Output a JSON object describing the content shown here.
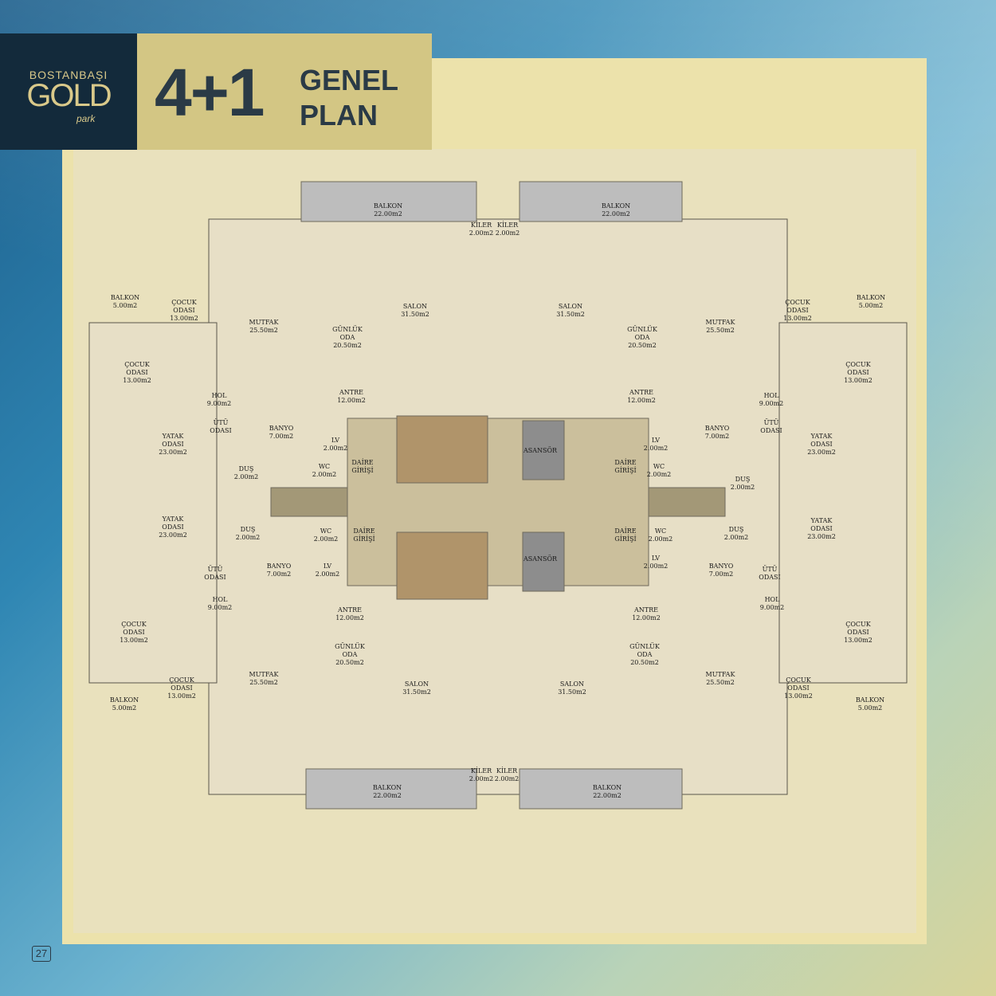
{
  "brand": {
    "top": "BOSTANBAŞI",
    "main": "GOLD",
    "sub": "park"
  },
  "title": {
    "big": "4+1",
    "line1": "GENEL",
    "line2": "PLAN"
  },
  "page_number": "27",
  "colors": {
    "logo_bg": "#132a3b",
    "title_bg": "#d3c684",
    "frame": "#ece2ab",
    "floor": "#e7dfc6",
    "stair": "#b0946a",
    "corridor": "#a39877",
    "balcony": "#bdbdbd",
    "room": "#e3dcc9"
  },
  "rooms": [
    {
      "name": "BALKON",
      "area": "22.00m2"
    },
    {
      "name": "KİLER",
      "area": "2.00m2"
    },
    {
      "name": "KİLER",
      "area": "2.00m2"
    },
    {
      "name": "BALKON",
      "area": "22.00m2"
    },
    {
      "name": "BALKON",
      "area": "5.00m2"
    },
    {
      "name": "ÇOCUK ODASI",
      "area": "13.00m2"
    },
    {
      "name": "MUTFAK",
      "area": "25.50m2"
    },
    {
      "name": "GÜNLÜK ODA",
      "area": "20.50m2"
    },
    {
      "name": "SALON",
      "area": "31.50m2"
    },
    {
      "name": "SALON",
      "area": "31.50m2"
    },
    {
      "name": "GÜNLÜK ODA",
      "area": "20.50m2"
    },
    {
      "name": "MUTFAK",
      "area": "25.50m2"
    },
    {
      "name": "ÇOCUK ODASI",
      "area": "13.00m2"
    },
    {
      "name": "BALKON",
      "area": "5.00m2"
    },
    {
      "name": "ÇOCUK ODASI",
      "area": "13.00m2"
    },
    {
      "name": "ÇOCUK ODASI",
      "area": "13.00m2"
    },
    {
      "name": "HOL",
      "area": "9.00m2"
    },
    {
      "name": "ANTRE",
      "area": "12.00m2"
    },
    {
      "name": "ANTRE",
      "area": "12.00m2"
    },
    {
      "name": "HOL",
      "area": "9.00m2"
    },
    {
      "name": "YATAK ODASI",
      "area": "23.00m2"
    },
    {
      "name": "ÜTÜ ODASI",
      "area": ""
    },
    {
      "name": "BANYO",
      "area": "7.00m2"
    },
    {
      "name": "LV",
      "area": "2.00m2"
    },
    {
      "name": "DAİRE GİRİŞİ",
      "area": ""
    },
    {
      "name": "ASANSÖR",
      "area": ""
    },
    {
      "name": "DAİRE GİRİŞİ",
      "area": ""
    },
    {
      "name": "LV",
      "area": "2.00m2"
    },
    {
      "name": "BANYO",
      "area": "7.00m2"
    },
    {
      "name": "ÜTÜ ODASI",
      "area": ""
    },
    {
      "name": "YATAK ODASI",
      "area": "23.00m2"
    },
    {
      "name": "DUŞ",
      "area": "2.00m2"
    },
    {
      "name": "WC",
      "area": "2.00m2"
    },
    {
      "name": "WC",
      "area": "2.00m2"
    },
    {
      "name": "DUŞ",
      "area": "2.00m2"
    },
    {
      "name": "YATAK ODASI",
      "area": "23.00m2"
    },
    {
      "name": "DUŞ",
      "area": "2.00m2"
    },
    {
      "name": "WC",
      "area": "2.00m2"
    },
    {
      "name": "DAİRE GİRİŞİ",
      "area": ""
    },
    {
      "name": "DAİRE GİRİŞİ",
      "area": ""
    },
    {
      "name": "WC",
      "area": "2.00m2"
    },
    {
      "name": "DUŞ",
      "area": "2.00m2"
    },
    {
      "name": "YATAK ODASI",
      "area": "23.00m2"
    },
    {
      "name": "LV",
      "area": "2.00m2"
    },
    {
      "name": "ASANSÖR",
      "area": ""
    },
    {
      "name": "LV",
      "area": "2.00m2"
    },
    {
      "name": "ÜTÜ ODASI",
      "area": ""
    },
    {
      "name": "BANYO",
      "area": "7.00m2"
    },
    {
      "name": "BANYO",
      "area": "7.00m2"
    },
    {
      "name": "ÜTÜ ODASI",
      "area": ""
    },
    {
      "name": "HOL",
      "area": "9.00m2"
    },
    {
      "name": "ANTRE",
      "area": "12.00m2"
    },
    {
      "name": "ANTRE",
      "area": "12.00m2"
    },
    {
      "name": "HOL",
      "area": "9.00m2"
    },
    {
      "name": "ÇOCUK ODASI",
      "area": "13.00m2"
    },
    {
      "name": "ÇOCUK ODASI",
      "area": "13.00m2"
    },
    {
      "name": "GÜNLÜK ODA",
      "area": "20.50m2"
    },
    {
      "name": "GÜNLÜK ODA",
      "area": "20.50m2"
    },
    {
      "name": "MUTFAK",
      "area": "25.50m2"
    },
    {
      "name": "SALON",
      "area": "31.50m2"
    },
    {
      "name": "SALON",
      "area": "31.50m2"
    },
    {
      "name": "MUTFAK",
      "area": "25.50m2"
    },
    {
      "name": "ÇOCUK ODASI",
      "area": "13.00m2"
    },
    {
      "name": "ÇOCUK ODASI",
      "area": "13.00m2"
    },
    {
      "name": "BALKON",
      "area": "5.00m2"
    },
    {
      "name": "BALKON",
      "area": "5.00m2"
    },
    {
      "name": "KİLER",
      "area": "2.00m2"
    },
    {
      "name": "KİLER",
      "area": "2.00m2"
    },
    {
      "name": "BALKON",
      "area": "22.00m2"
    },
    {
      "name": "BALKON",
      "area": "22.00m2"
    }
  ]
}
